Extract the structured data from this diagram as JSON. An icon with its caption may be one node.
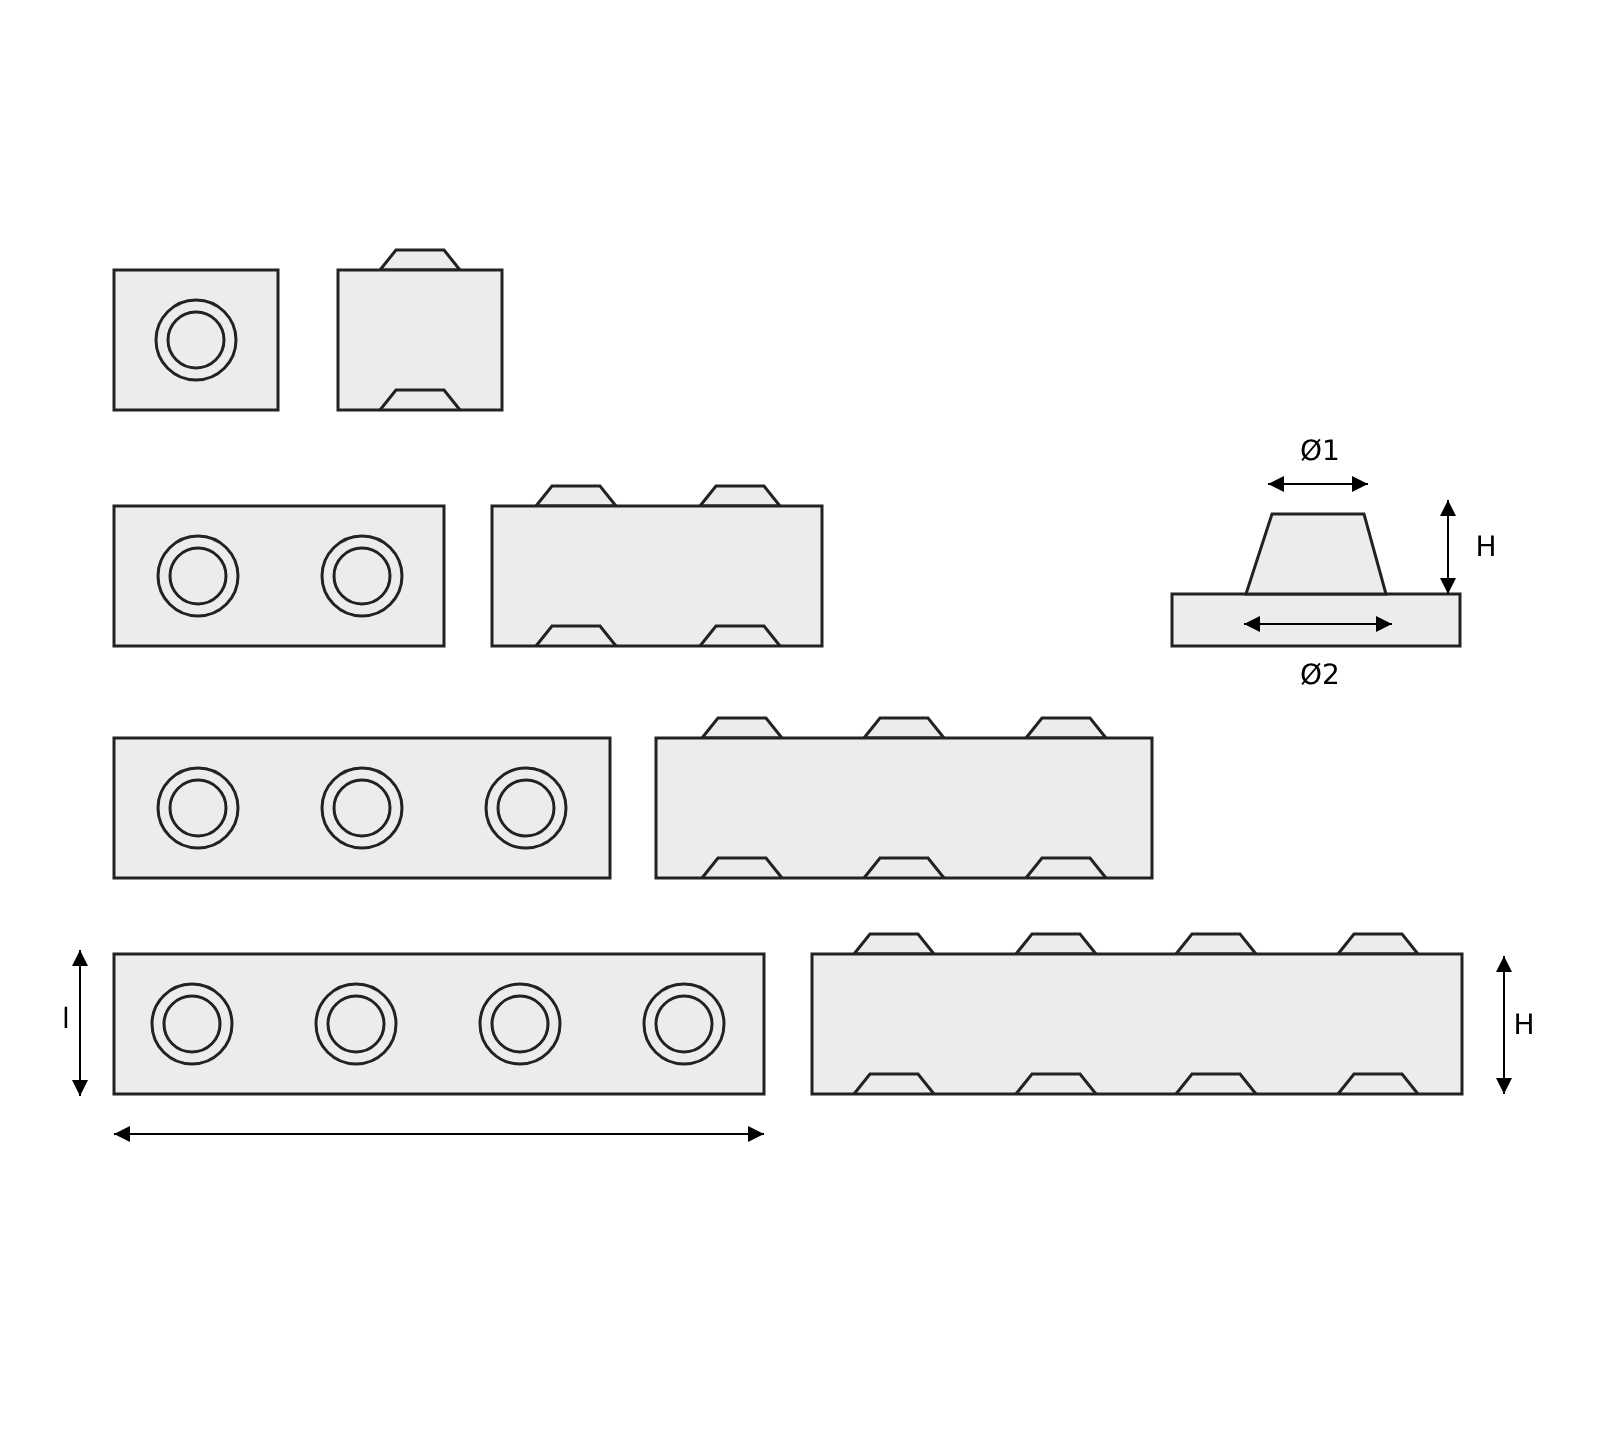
{
  "diagram": {
    "labels": [
      "Ø1",
      "H",
      "Ø2",
      "l",
      "H"
    ]
  }
}
